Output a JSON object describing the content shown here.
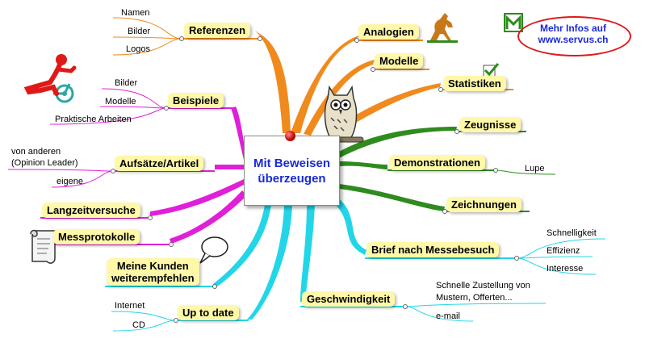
{
  "center": {
    "line1": "Mit Beweisen",
    "line2": "überzeugen"
  },
  "info": {
    "line1": "Mehr Infos auf",
    "line2": "www.servus.ch"
  },
  "branches": {
    "referenzen": "Referenzen",
    "analogien": "Analogien",
    "modelle": "Modelle",
    "statistiken": "Statistiken",
    "zeugnisse": "Zeugnisse",
    "demonstrationen": "Demonstrationen",
    "zeichnungen": "Zeichnungen",
    "brief": "Brief nach Messebesuch",
    "geschwindigkeit": "Geschwindigkeit",
    "uptodate": "Up to date",
    "kunden_line1": "Meine Kunden",
    "kunden_line2": "weiterempfehlen",
    "messprotokolle": "Messprotokolle",
    "langzeitversuche": "Langzeitversuche",
    "aufsaetze": "Aufsätze/Artikel",
    "beispiele": "Beispiele"
  },
  "leaves": {
    "ref_namen": "Namen",
    "ref_bilder": "Bilder",
    "ref_logos": "Logos",
    "bsp_bilder": "Bilder",
    "bsp_modelle": "Modelle",
    "bsp_praktische": "Praktische Arbeiten",
    "auf_anderen1": "von anderen",
    "auf_anderen2": "(Opinion Leader)",
    "auf_eigene": "eigene",
    "dem_lupe": "Lupe",
    "brief_schnell": "Schnelligkeit",
    "brief_effizienz": "Effizienz",
    "brief_interesse": "Interesse",
    "gesch_zust1": "Schnelle Zustellung von",
    "gesch_zust2": "Mustern, Offerten...",
    "gesch_email": "e-mail",
    "up_internet": "Internet",
    "up_cd": "CD"
  },
  "colors": {
    "orange": "#f08a1c",
    "green": "#2e8b1e",
    "cyan": "#22d6e8",
    "magenta": "#e020d8",
    "center_text": "#1a2ad6",
    "node_fill": "#fff8a8",
    "info_ring": "#e01818"
  },
  "icons": [
    "running-bike-figure-icon",
    "horse-icon",
    "owl-icon",
    "checkmark-icon",
    "scroll-icon",
    "speech-bubble-icon",
    "logo-icon"
  ]
}
